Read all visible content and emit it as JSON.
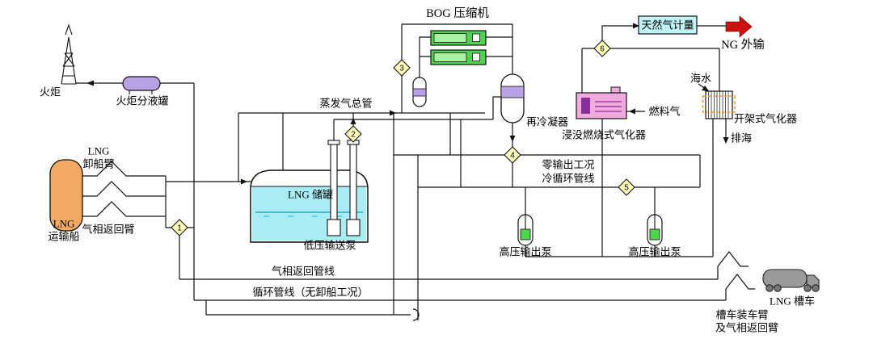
{
  "colors": {
    "tank_liquid": "#a9edf4",
    "liquid_line": "#19b5c9",
    "compressor": "#4ed34e",
    "compressor_inner": "#a9f2a0",
    "vessel_band": "#b9a1e6",
    "scv_body": "#efaade",
    "scv_inner": "#8a2f9e",
    "ship": "#f2a963",
    "metering": "#c0f4f6",
    "export_arrow": "#cc1111",
    "node_fill": "#ffffbb",
    "orv_dash": "#ff8a00",
    "truck": "#9a9a9a"
  },
  "nodes": [
    "1",
    "2",
    "3",
    "4",
    "5",
    "6"
  ],
  "labels": {
    "bog_compressor": "BOG 压缩机",
    "ng_metering": "天然气计量",
    "ng_export": "NG 外输",
    "flare": "火炬",
    "flare_drum": "火炬分液罐",
    "bog_header": "蒸发气总管",
    "unloading_arm_line1": "LNG",
    "unloading_arm_line2": "卸船臂",
    "carrier_line1": "LNG",
    "carrier_line2": "运输船",
    "vapor_return_arm": "气相返回臂",
    "lng_tank": "LNG 储罐",
    "lp_pump": "低压输送泵",
    "recondenser": "再冷凝器",
    "zero_output": "零输出工况",
    "cold_circulation": "冷循环管线",
    "scv": "浸没燃烧式气化器",
    "fuel_gas": "燃料气",
    "seawater": "海水",
    "orv": "开架式气化器",
    "sea_discharge": "排海",
    "hp_pump_left": "高压输出泵",
    "hp_pump_right": "高压输出泵",
    "vapor_return_line": "气相返回管线",
    "circulation_line": "循环管线（无卸船工况）",
    "lng_truck": "LNG 槽车",
    "truck_arm_line1": "槽车装车臂",
    "truck_arm_line2": "及气相返回臂"
  }
}
